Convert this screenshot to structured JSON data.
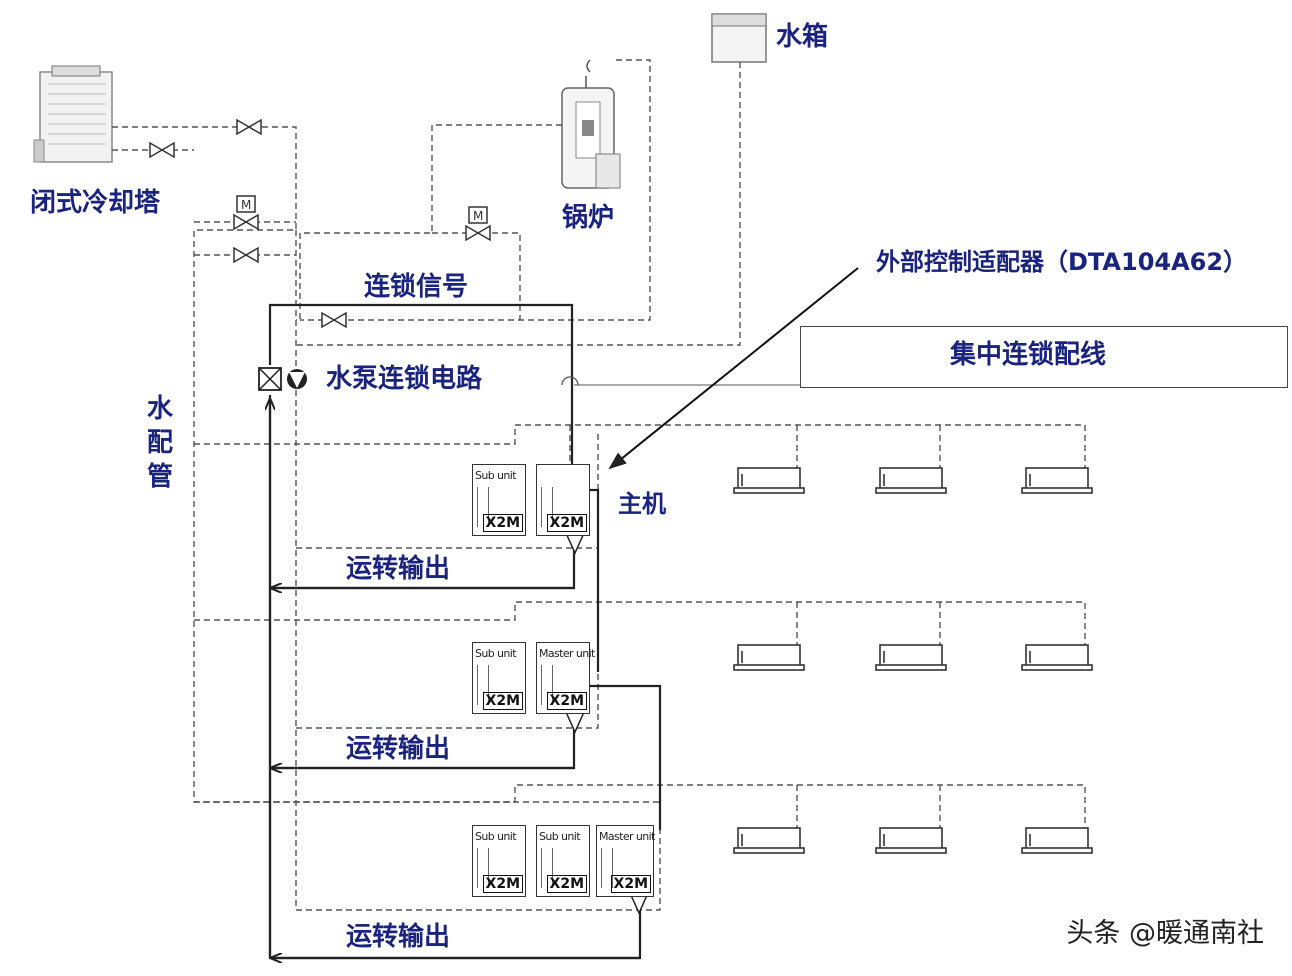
{
  "labels": {
    "cooling_tower": "闭式冷却塔",
    "water_tank": "水箱",
    "boiler": "锅炉",
    "adapter": "外部控制适配器（DTA104A62）",
    "central_interlock": "集中连锁配线",
    "interlock_signal": "连锁信号",
    "pump_interlock": "水泵连锁电路",
    "water_pipe": "水配管",
    "master": "主机",
    "run_output_1": "运转输出",
    "run_output_2": "运转输出",
    "run_output_3": "运转输出"
  },
  "units": {
    "sub": "Sub unit",
    "master": "Master unit",
    "terminal": "X2M"
  },
  "valve_motor": "M",
  "watermark": "头条 @暖通南社",
  "colors": {
    "label": "#1a237e",
    "line": "#333333",
    "dash": "#555555"
  }
}
